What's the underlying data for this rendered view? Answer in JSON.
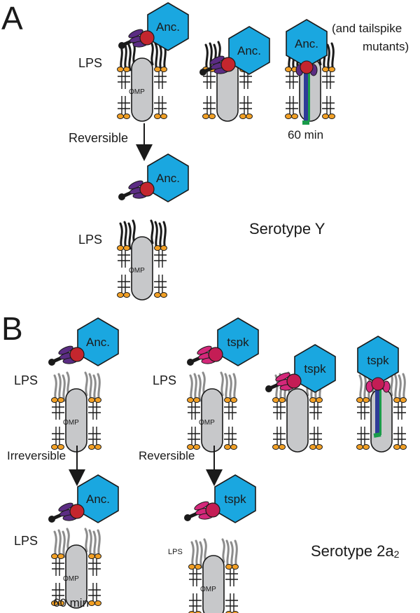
{
  "panels": {
    "a": {
      "letter": "A",
      "hex_label": "Anc.",
      "lps_label": "LPS",
      "omp_label": "OMP",
      "arrow_label": "Reversible",
      "time_label": "60 min",
      "note_line1": "(and tailspike",
      "note_line2": "mutants)",
      "serotype": "Serotype Y"
    },
    "b": {
      "letter": "B",
      "hex_anc": "Anc.",
      "hex_tspk": "tspk",
      "lps_label": "LPS",
      "omp_label": "OMP",
      "arrow_left": "Irreversible",
      "arrow_right": "Reversible",
      "time_label": "60 min",
      "serotype_main": "Serotype 2a",
      "serotype_sub": "2"
    }
  },
  "colors": {
    "hexagon": "#1aa7e0",
    "lipid_head": "#f2a025",
    "omp": "#c7c8ca",
    "lps_serotype_y": "#1a1a1a",
    "lps_serotype_2a": "#8c8c8c",
    "anc_head": "#c4262e",
    "anc_fiber": "#5b2c83",
    "tspk_head": "#c41d55",
    "tspk_fiber": "#d4287a",
    "tail_tube": "#2e3b97",
    "tail_tip": "#1a9b4a"
  }
}
